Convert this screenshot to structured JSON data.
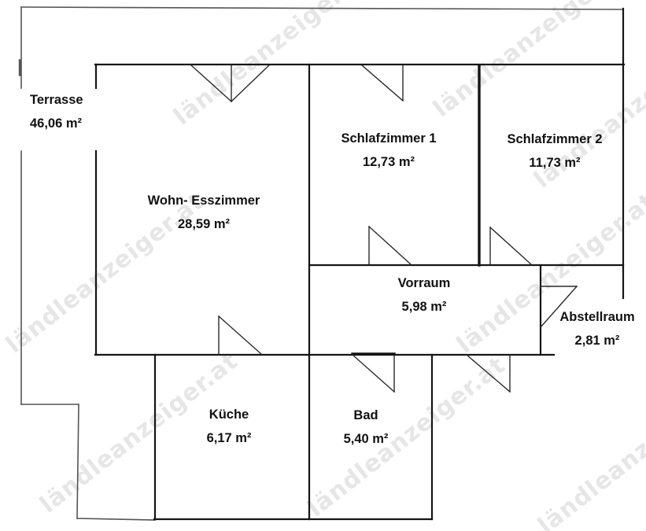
{
  "watermark": {
    "text": "ländleanzeiger.at"
  },
  "colors": {
    "background": "#ffffff",
    "wall": "#151515",
    "outline": "#555555",
    "door": "#2a2a2a",
    "label": "#111111",
    "watermark": "#8f8f8f"
  },
  "rooms": [
    {
      "name": "Terrasse",
      "area": "46,06 m²"
    },
    {
      "name": "Wohn- Esszimmer",
      "area": "28,59 m²"
    },
    {
      "name": "Schlafzimmer 1",
      "area": "12,73 m²"
    },
    {
      "name": "Schlafzimmer 2",
      "area": "11,73 m²"
    },
    {
      "name": "Vorraum",
      "area": "5,98 m²"
    },
    {
      "name": "Abstellraum",
      "area": "2,81 m²"
    },
    {
      "name": "Küche",
      "area": "6,17 m²"
    },
    {
      "name": "Bad",
      "area": "5,40 m²"
    }
  ]
}
